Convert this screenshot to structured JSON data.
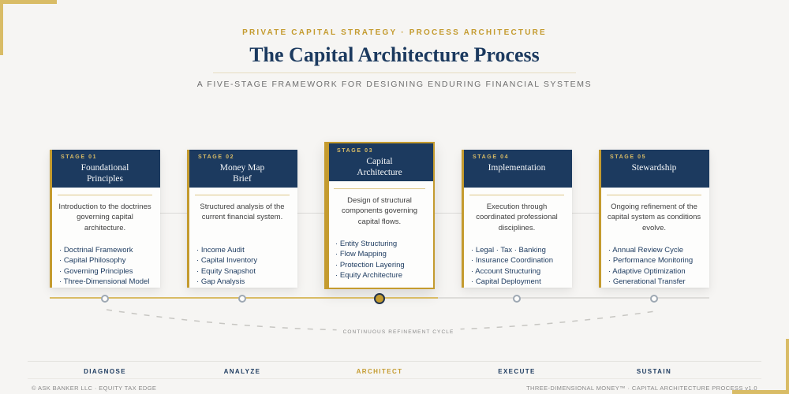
{
  "header": {
    "eyebrow": "PRIVATE CAPITAL STRATEGY · PROCESS ARCHITECTURE",
    "title": "The Capital Architecture Process",
    "subtitle": "A FIVE-STAGE FRAMEWORK FOR DESIGNING ENDURING FINANCIAL SYSTEMS"
  },
  "colors": {
    "navy": "#1c3a5f",
    "gold": "#c49b2f",
    "gold-light": "#d9bc66",
    "bg": "#f6f5f3"
  },
  "stages": [
    {
      "stage_label": "STAGE 01",
      "title": "Foundational\nPrinciples",
      "description": "Introduction to the doctrines governing capital architecture.",
      "items": [
        "Doctrinal Framework",
        "Capital Philosophy",
        "Governing Principles",
        "Three-Dimensional Model"
      ],
      "footer_label": "DIAGNOSE",
      "active": false
    },
    {
      "stage_label": "STAGE 02",
      "title": "Money Map\nBrief",
      "description": "Structured analysis of the current financial system.",
      "items": [
        "Income Audit",
        "Capital Inventory",
        "Equity Snapshot",
        "Gap Analysis"
      ],
      "footer_label": "ANALYZE",
      "active": false
    },
    {
      "stage_label": "STAGE 03",
      "title": "Capital\nArchitecture",
      "description": "Design of structural components governing capital flows.",
      "items": [
        "Entity Structuring",
        "Flow Mapping",
        "Protection Layering",
        "Equity Architecture"
      ],
      "footer_label": "ARCHITECT",
      "active": true
    },
    {
      "stage_label": "STAGE 04",
      "title": "Implementation",
      "description": "Execution through coordinated professional disciplines.",
      "items": [
        "Legal · Tax · Banking",
        "Insurance Coordination",
        "Account Structuring",
        "Capital Deployment"
      ],
      "footer_label": "EXECUTE",
      "active": false
    },
    {
      "stage_label": "STAGE 05",
      "title": "Stewardship",
      "description": "Ongoing refinement of the capital system as conditions evolve.",
      "items": [
        "Annual Review Cycle",
        "Performance Monitoring",
        "Adaptive Optimization",
        "Generational Transfer"
      ],
      "footer_label": "SUSTAIN",
      "active": false
    }
  ],
  "cycle_label": "CONTINUOUS REFINEMENT CYCLE",
  "footer": {
    "left": "© ASK BANKER LLC · EQUITY TAX EDGE",
    "right": "THREE-DIMENSIONAL MONEY™ · CAPITAL ARCHITECTURE PROCESS v1.0"
  }
}
